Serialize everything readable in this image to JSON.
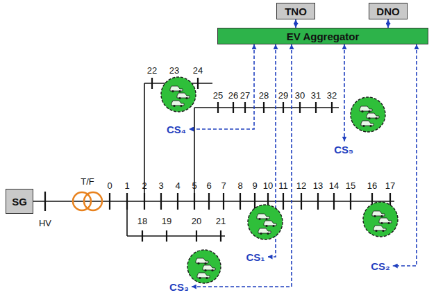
{
  "diagram": {
    "nodes": [
      {
        "text": [
          "TNO"
        ]
      },
      {
        "text": [
          "DNO"
        ]
      },
      {
        "text": [
          "EV Aggregator"
        ]
      },
      {
        "text": [
          "SG"
        ]
      },
      {
        "text": [
          "CS₄"
        ]
      },
      {
        "text": [
          "CS₅"
        ]
      },
      {
        "text": [
          "CS₁"
        ]
      },
      {
        "text": [
          "CS₂"
        ]
      },
      {
        "text": [
          "CS₃"
        ]
      }
    ],
    "edges": [
      {
        "from": 0,
        "to": 2,
        "arrow": "both"
      },
      {
        "from": 1,
        "to": 2,
        "arrow": "both"
      },
      {
        "from": 2,
        "to": 4,
        "arrow": "both"
      },
      {
        "from": 2,
        "to": 5,
        "arrow": "both"
      },
      {
        "from": 2,
        "to": 6,
        "arrow": "both"
      },
      {
        "from": 2,
        "to": 7,
        "arrow": "both"
      },
      {
        "from": 2,
        "to": 8,
        "arrow": "both"
      }
    ],
    "labels": [
      "22",
      "23",
      "24",
      "25",
      "26",
      "27",
      "28",
      "29",
      "30",
      "31",
      "32",
      "T/F",
      "0",
      "1",
      "2",
      "3",
      "4",
      "5",
      "6",
      "7",
      "8",
      "9",
      "10",
      "11",
      "12",
      "13",
      "14",
      "15",
      "16",
      "17",
      "HV",
      "18",
      "19",
      "20",
      "21"
    ]
  }
}
